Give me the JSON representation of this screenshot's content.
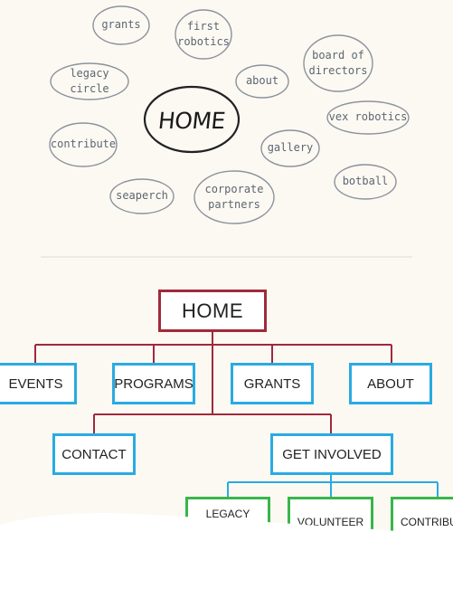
{
  "sketch": {
    "center": "HOME",
    "bubbles": {
      "grants": "grants",
      "first_robotics": "first\nrobotics",
      "board": "board of\ndirectors",
      "legacy": "legacy circle",
      "about": "about",
      "vex": "vex robotics",
      "contribute": "contribute",
      "gallery": "gallery",
      "botball": "botball",
      "seaperch": "seaperch",
      "corporate": "corporate\npartners"
    }
  },
  "tree": {
    "root": "HOME",
    "level1": [
      "EVENTS",
      "PROGRAMS",
      "GRANTS",
      "ABOUT"
    ],
    "level2": [
      "CONTACT",
      "GET INVOLVED"
    ],
    "level3": [
      "LEGACY",
      "VOLUNTEER",
      "CONTRIBU"
    ]
  },
  "colors": {
    "root_border": "#a02a3a",
    "level_border": "#29abe2",
    "leaf_border": "#39b54a",
    "connector": "#a02a3a",
    "sketch_ink": "#5d6670"
  }
}
